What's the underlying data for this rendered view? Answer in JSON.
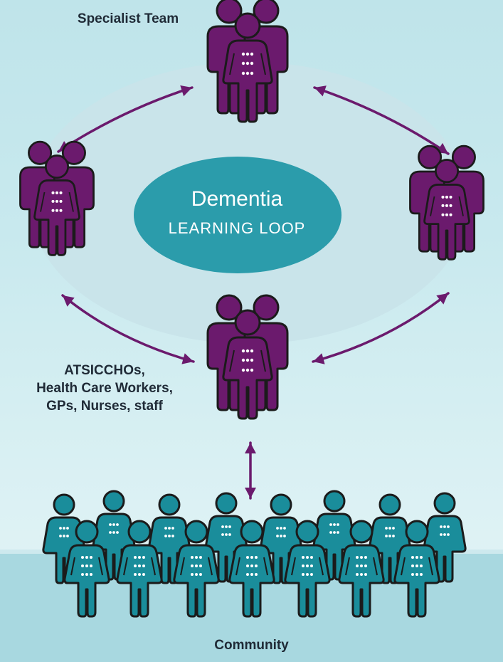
{
  "title": "Dementia",
  "subtitle": "LEARNING LOOP",
  "labels": {
    "specialist": "Specialist Team",
    "workers": [
      "ATSICCHOs,",
      "Health Care Workers,",
      "GPs, Nurses, staff"
    ],
    "community": "Community"
  },
  "colors": {
    "team": "#6b1a6d",
    "community": "#1a8d9b",
    "loop": "#c9e4ea",
    "center": "#2b9cab",
    "arrow": "#6b1a6d",
    "outline": "#1b1b1b"
  },
  "icons": {
    "group": "three-person-group-icon",
    "person": "person-icon",
    "arrow": "double-headed-arrow-icon"
  }
}
